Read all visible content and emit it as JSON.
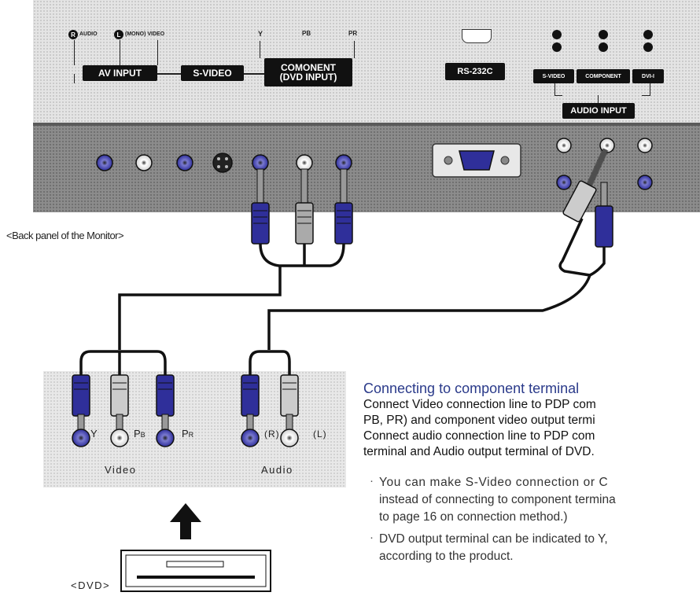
{
  "monitor": {
    "caption": "<Back panel of the Monitor>",
    "labels": {
      "audio_r": "AUDIO",
      "audio_l_video": "(MONO) VIDEO",
      "r_badge": "R",
      "l_badge": "L",
      "av_input": "AV INPUT",
      "s_video": "S-VIDEO",
      "y": "Y",
      "pb": "PB",
      "pr": "PR",
      "component_line1": "COMONENT",
      "component_line2": "(DVD INPUT)",
      "rs232c": "RS-232C",
      "audio_s_video": "S-VIDEO",
      "audio_component": "COMPONENT",
      "audio_dvi": "DVI-I",
      "audio_input": "AUDIO INPUT"
    }
  },
  "dvd": {
    "caption": "<DVD>",
    "video_group": "Video",
    "audio_group": "Audio",
    "jack_y": "Y",
    "jack_pb_main": "P",
    "jack_pb_sub": "B",
    "jack_pr_main": "P",
    "jack_pr_sub": "R",
    "jack_r": "(R)",
    "jack_l": "(L)"
  },
  "instructions": {
    "heading": "Connecting to component terminal",
    "line1": "Connect Video connection line to PDP com",
    "line2": "PB, PR) and component video output termi",
    "line3": "Connect audio connection line to PDP com",
    "line4": "terminal and Audio output terminal of DVD.",
    "note1_line1": "You can make S-Video connection or C",
    "note1_line2": "instead of connecting to component termina",
    "note1_line3": "to page 16 on connection method.)",
    "note2_line1": "DVD output terminal can be indicated to Y,",
    "note2_line2": "according to the product.",
    "bullet": "·"
  },
  "colors": {
    "blue_plug": "#2f2f9a",
    "heading": "#2a3a8a",
    "panel": "#e4e4e4",
    "panel_dark": "#8c8c8c"
  }
}
